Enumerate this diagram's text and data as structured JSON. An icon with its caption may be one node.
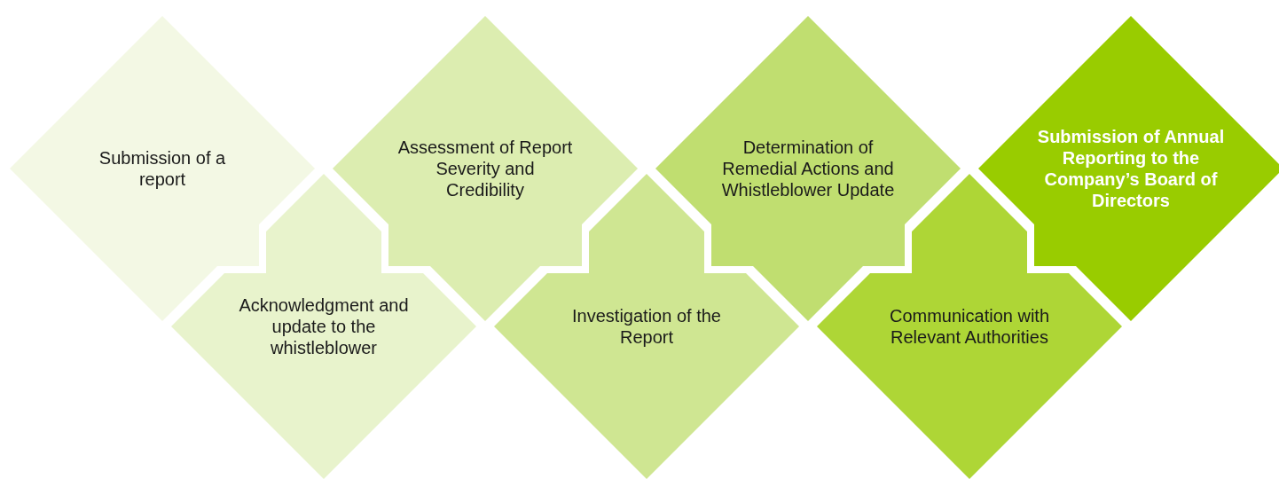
{
  "diagram": {
    "nodes": [
      {
        "text": [
          "Submission of a report"
        ]
      },
      {
        "text": [
          "Acknowledgment and update to the whistleblower"
        ]
      },
      {
        "text": [
          "Assessment of Report Severity and Credibility"
        ]
      },
      {
        "text": [
          "Investigation of the Report"
        ]
      },
      {
        "text": [
          "Determination of Remedial Actions and Whistleblower Update"
        ]
      },
      {
        "text": [
          "Communication with Relevant Authorities"
        ]
      },
      {
        "text": [
          "Submission of Annual Reporting to the Company’s Board of Directors"
        ]
      }
    ]
  }
}
